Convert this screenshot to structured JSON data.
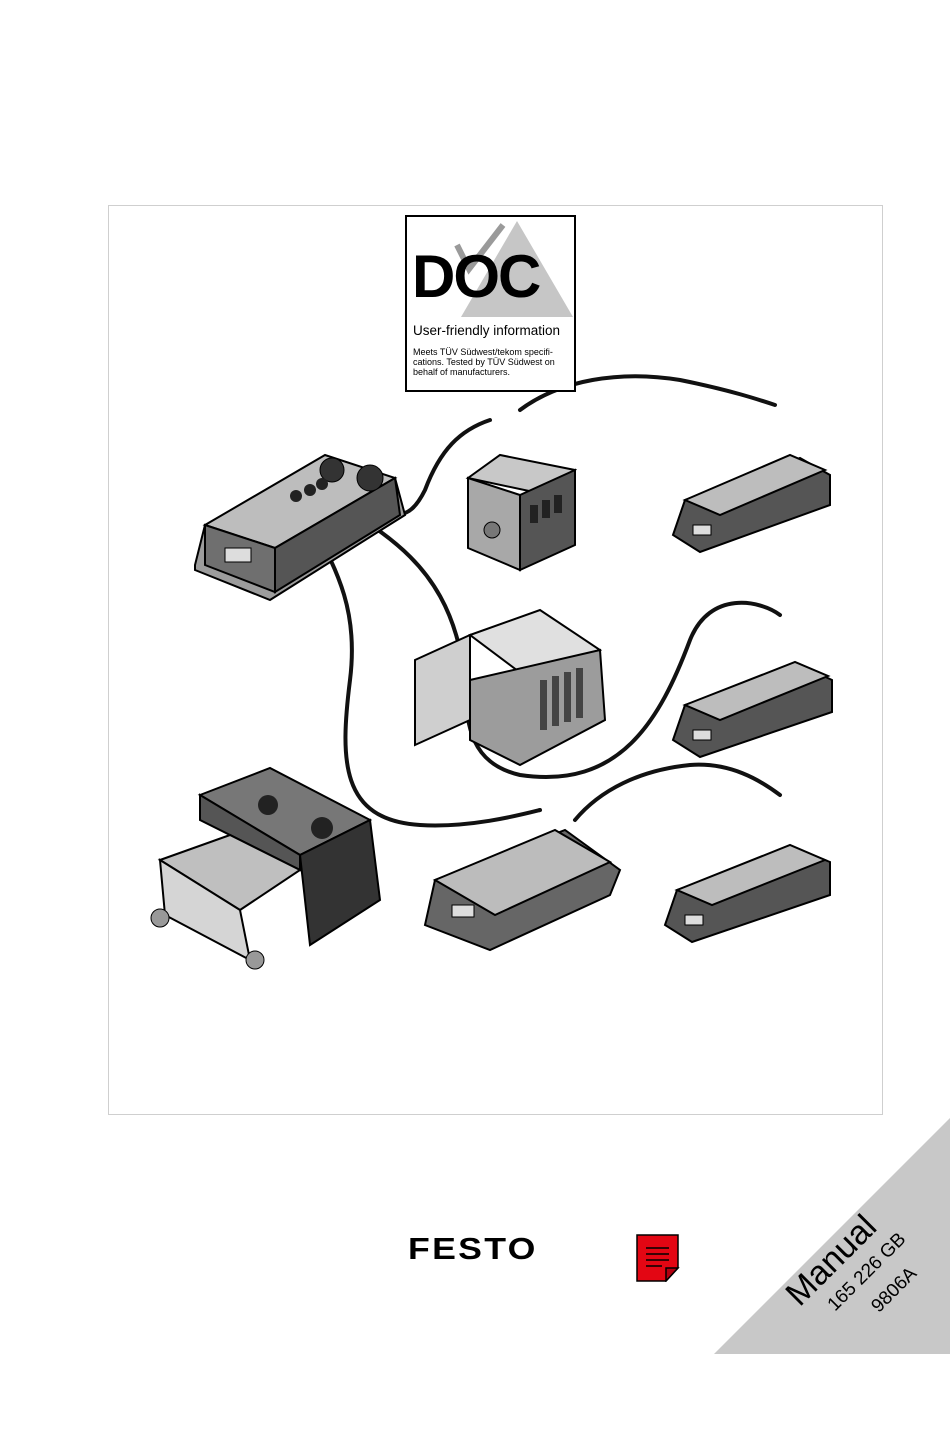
{
  "cover": {
    "badge": {
      "word": "DOC",
      "tagline": "User-friendly information",
      "fine_print": "Meets TÜV Südwest/tekom specifi-cations. Tested by TÜV Südwest on behalf of manufacturers."
    },
    "brand": "FESTO",
    "corner": {
      "title": "Manual",
      "number": "165 226 GB",
      "revision": "9806A"
    },
    "colors": {
      "brand_red": "#e30613",
      "corner_gray": "#c8c8c8",
      "badge_gray": "#c6c6c6"
    },
    "icons": [
      "manual-book-icon",
      "checkmark-icon"
    ]
  }
}
